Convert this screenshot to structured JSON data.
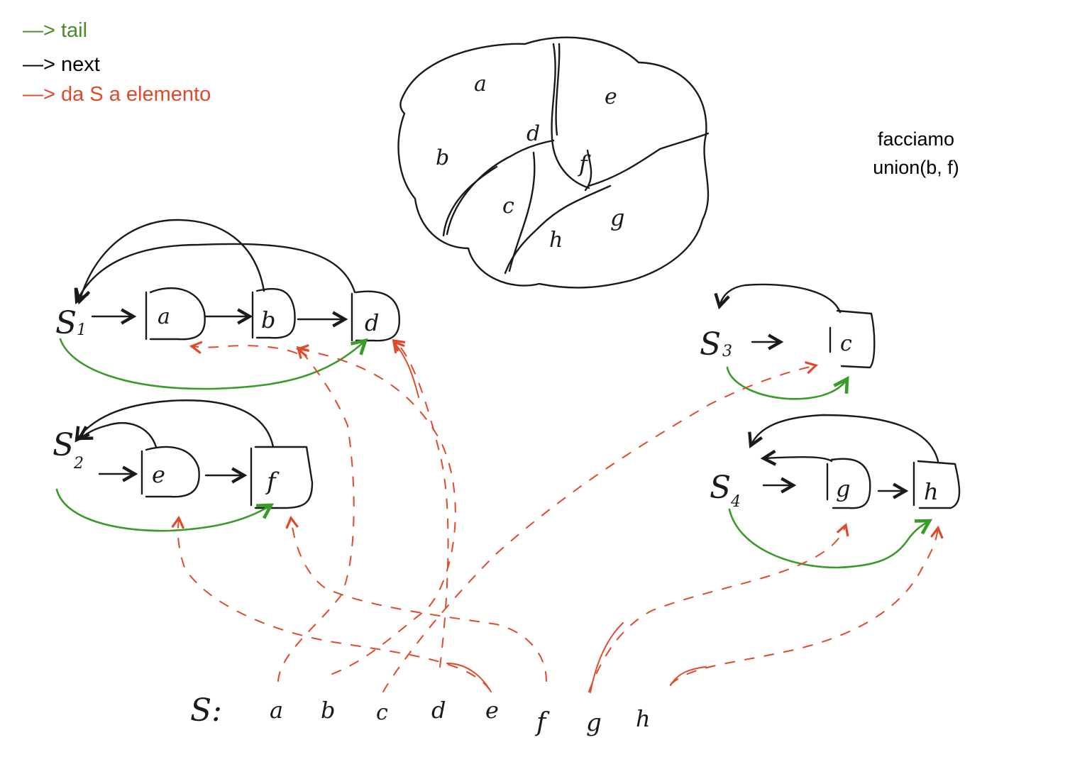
{
  "legend": {
    "tail": "—> tail",
    "next": "—> next",
    "set_to_element": "—> da S a elemento"
  },
  "note": {
    "line1": "facciamo",
    "line2": "union(b, f)"
  },
  "colors": {
    "tail": "#4a8a2a",
    "tail_arrow": "#3a9a2a",
    "next": "#000000",
    "set_to_element": "#e04a2a",
    "ink": "#1a1a1a"
  },
  "regions": [
    "a",
    "b",
    "c",
    "d",
    "e",
    "f",
    "g",
    "h"
  ],
  "sets": [
    {
      "name": "S1",
      "label": "S",
      "sub": "1",
      "elements": [
        "a",
        "b",
        "d"
      ]
    },
    {
      "name": "S2",
      "label": "S",
      "sub": "2",
      "elements": [
        "e",
        "f"
      ]
    },
    {
      "name": "S3",
      "label": "S",
      "sub": "3",
      "elements": [
        "c"
      ]
    },
    {
      "name": "S4",
      "label": "S",
      "sub": "4",
      "elements": [
        "g",
        "h"
      ]
    }
  ],
  "bottom_row": {
    "label": "S:",
    "elements": [
      "a",
      "b",
      "c",
      "d",
      "e",
      "f",
      "g",
      "h"
    ]
  }
}
